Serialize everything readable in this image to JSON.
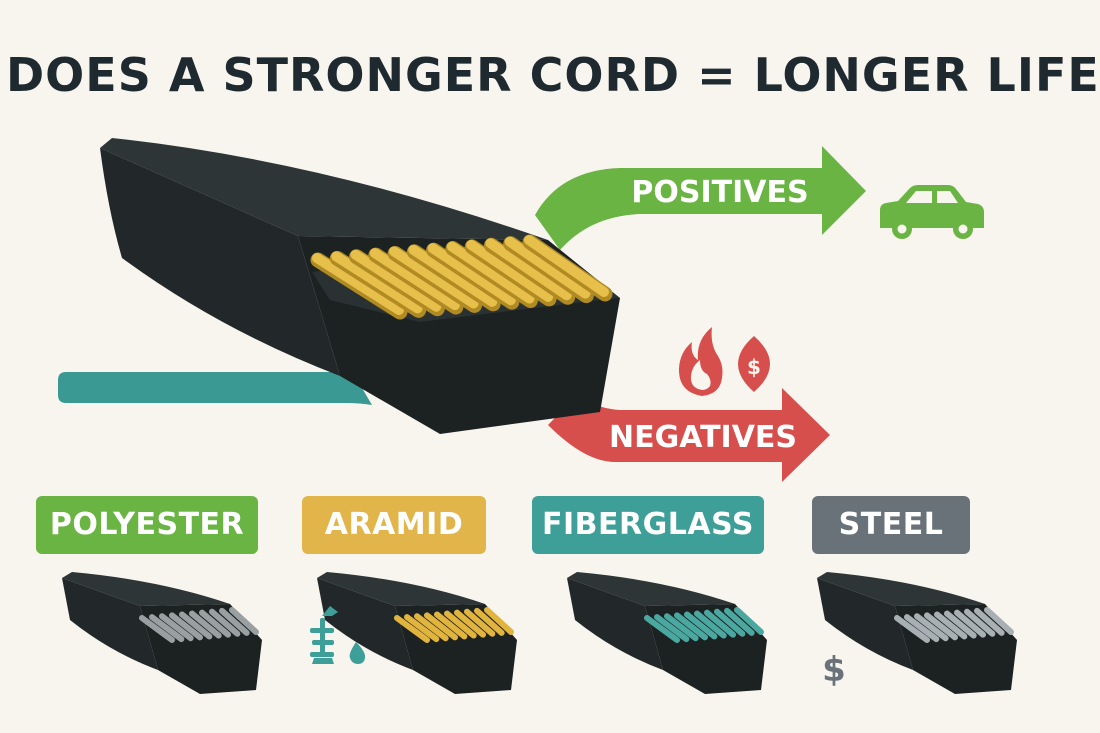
{
  "title": "DOES A STRONGER CORD = LONGER LIFE?",
  "positives": {
    "label": "POSITIVES",
    "icon": "car-icon"
  },
  "negatives": {
    "label": "NEGATIVES",
    "icons": [
      "flame-icon",
      "dollar-icon"
    ]
  },
  "colors": {
    "background": "#f8f5ef",
    "title": "#1f2a30",
    "belt": "#232a2b",
    "positive": "#6ab443",
    "negative": "#d64f4c",
    "teal": "#3b9993"
  },
  "materials": [
    {
      "label": "POLYESTER",
      "color": "#6ab443",
      "cord_color": "#9aa0a2",
      "icons": []
    },
    {
      "label": "ARAMID",
      "color": "#e1b54a",
      "cord_color": "#e1b43e",
      "icons": [
        "corrosion-icon",
        "water-drop-icon"
      ]
    },
    {
      "label": "FIBERGLASS",
      "color": "#3d9f97",
      "cord_color": "#4aa8a0",
      "icons": []
    },
    {
      "label": "STEEL",
      "color": "#687278",
      "cord_color": "#a8b0b3",
      "icons": [
        "dollar-icon"
      ],
      "icon_text": "$"
    }
  ]
}
